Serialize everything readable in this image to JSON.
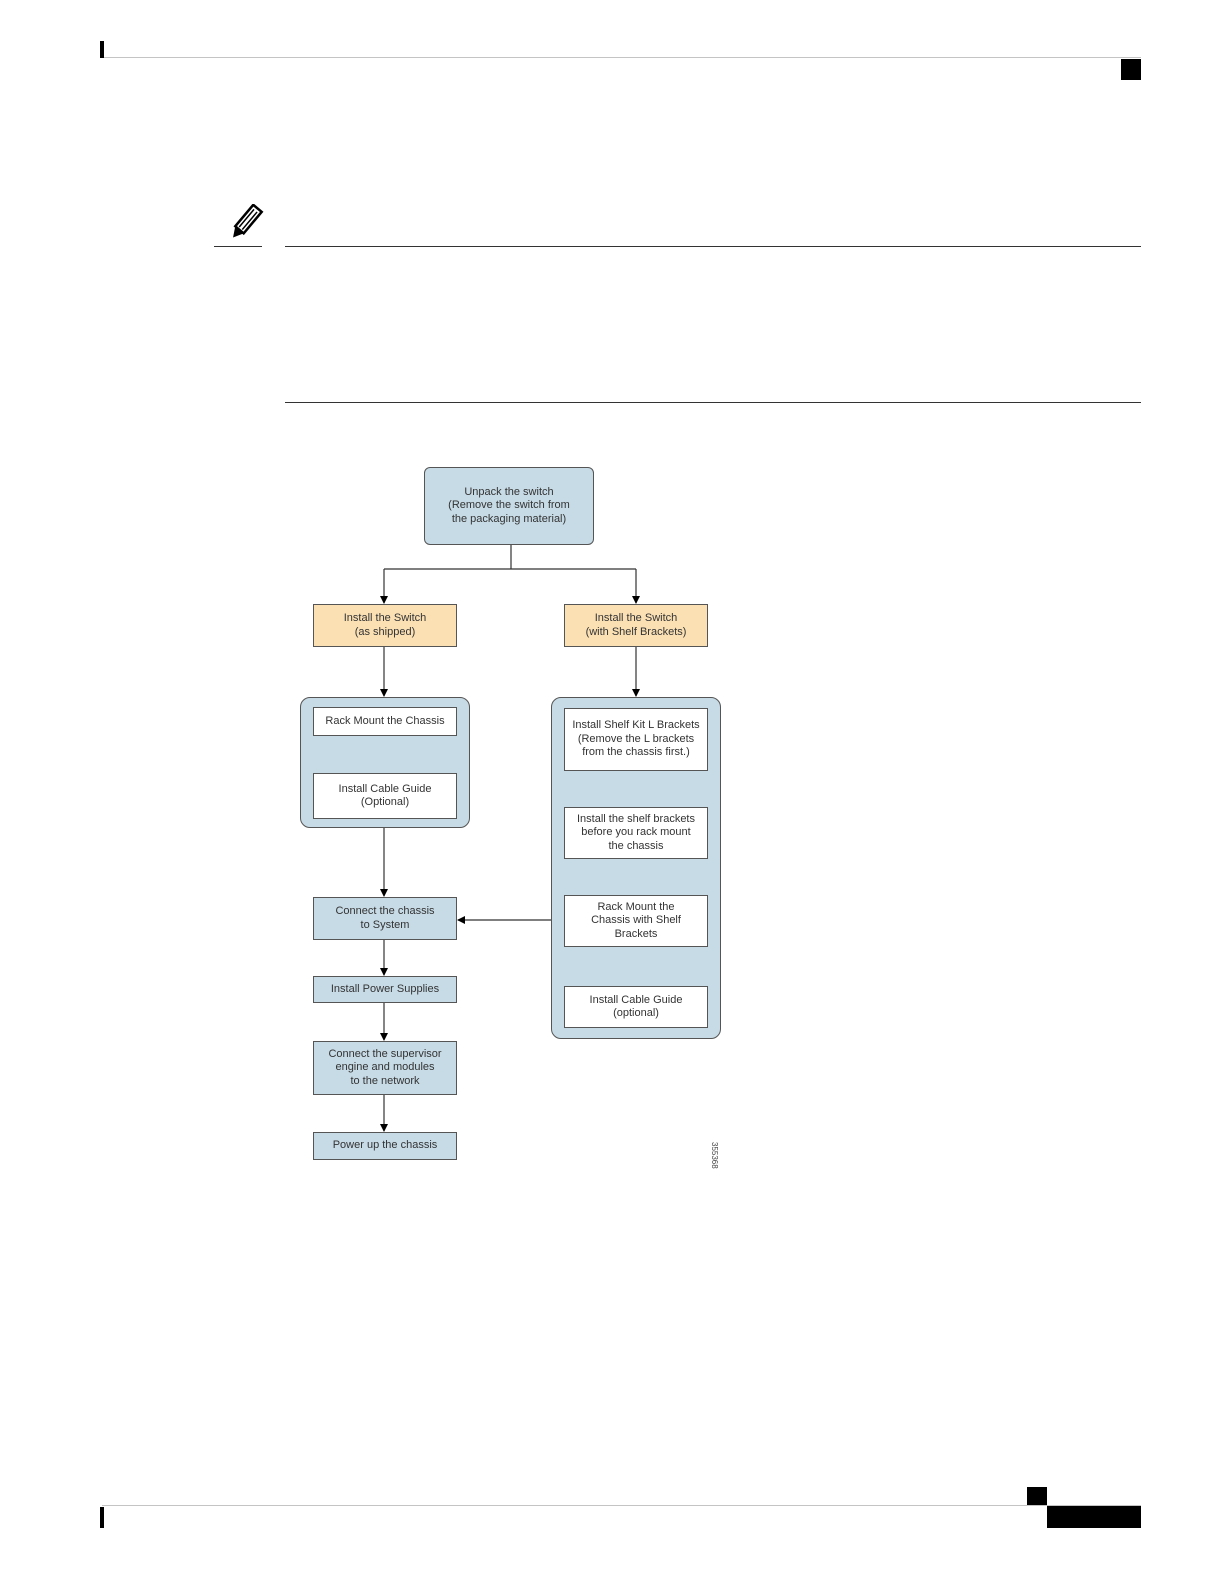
{
  "flowchart": {
    "start": "Unpack the switch\n(Remove the switch from\nthe packaging material)",
    "left_branch": {
      "title": "Install the Switch\n(as shipped)",
      "steps": [
        "Rack Mount the Chassis",
        "Install Cable Guide\n(Optional)"
      ]
    },
    "right_branch": {
      "title": "Install the Switch\n(with Shelf Brackets)",
      "steps": [
        "Install Shelf Kit L Brackets\n(Remove the L brackets\nfrom the chassis first.)",
        "Install the shelf brackets\nbefore you rack mount\nthe chassis",
        "Rack Mount the\nChassis with Shelf\nBrackets",
        "Install Cable Guide\n(optional)"
      ]
    },
    "common_steps": [
      "Connect the chassis\nto System",
      "Install Power Supplies",
      "Connect the supervisor\nengine and modules\nto the network",
      "Power up the chassis"
    ],
    "figure_id": "355368"
  },
  "colors": {
    "step_fill": "#c7dbe6",
    "branch_fill": "#fbe0b4",
    "rule": "#333333"
  }
}
